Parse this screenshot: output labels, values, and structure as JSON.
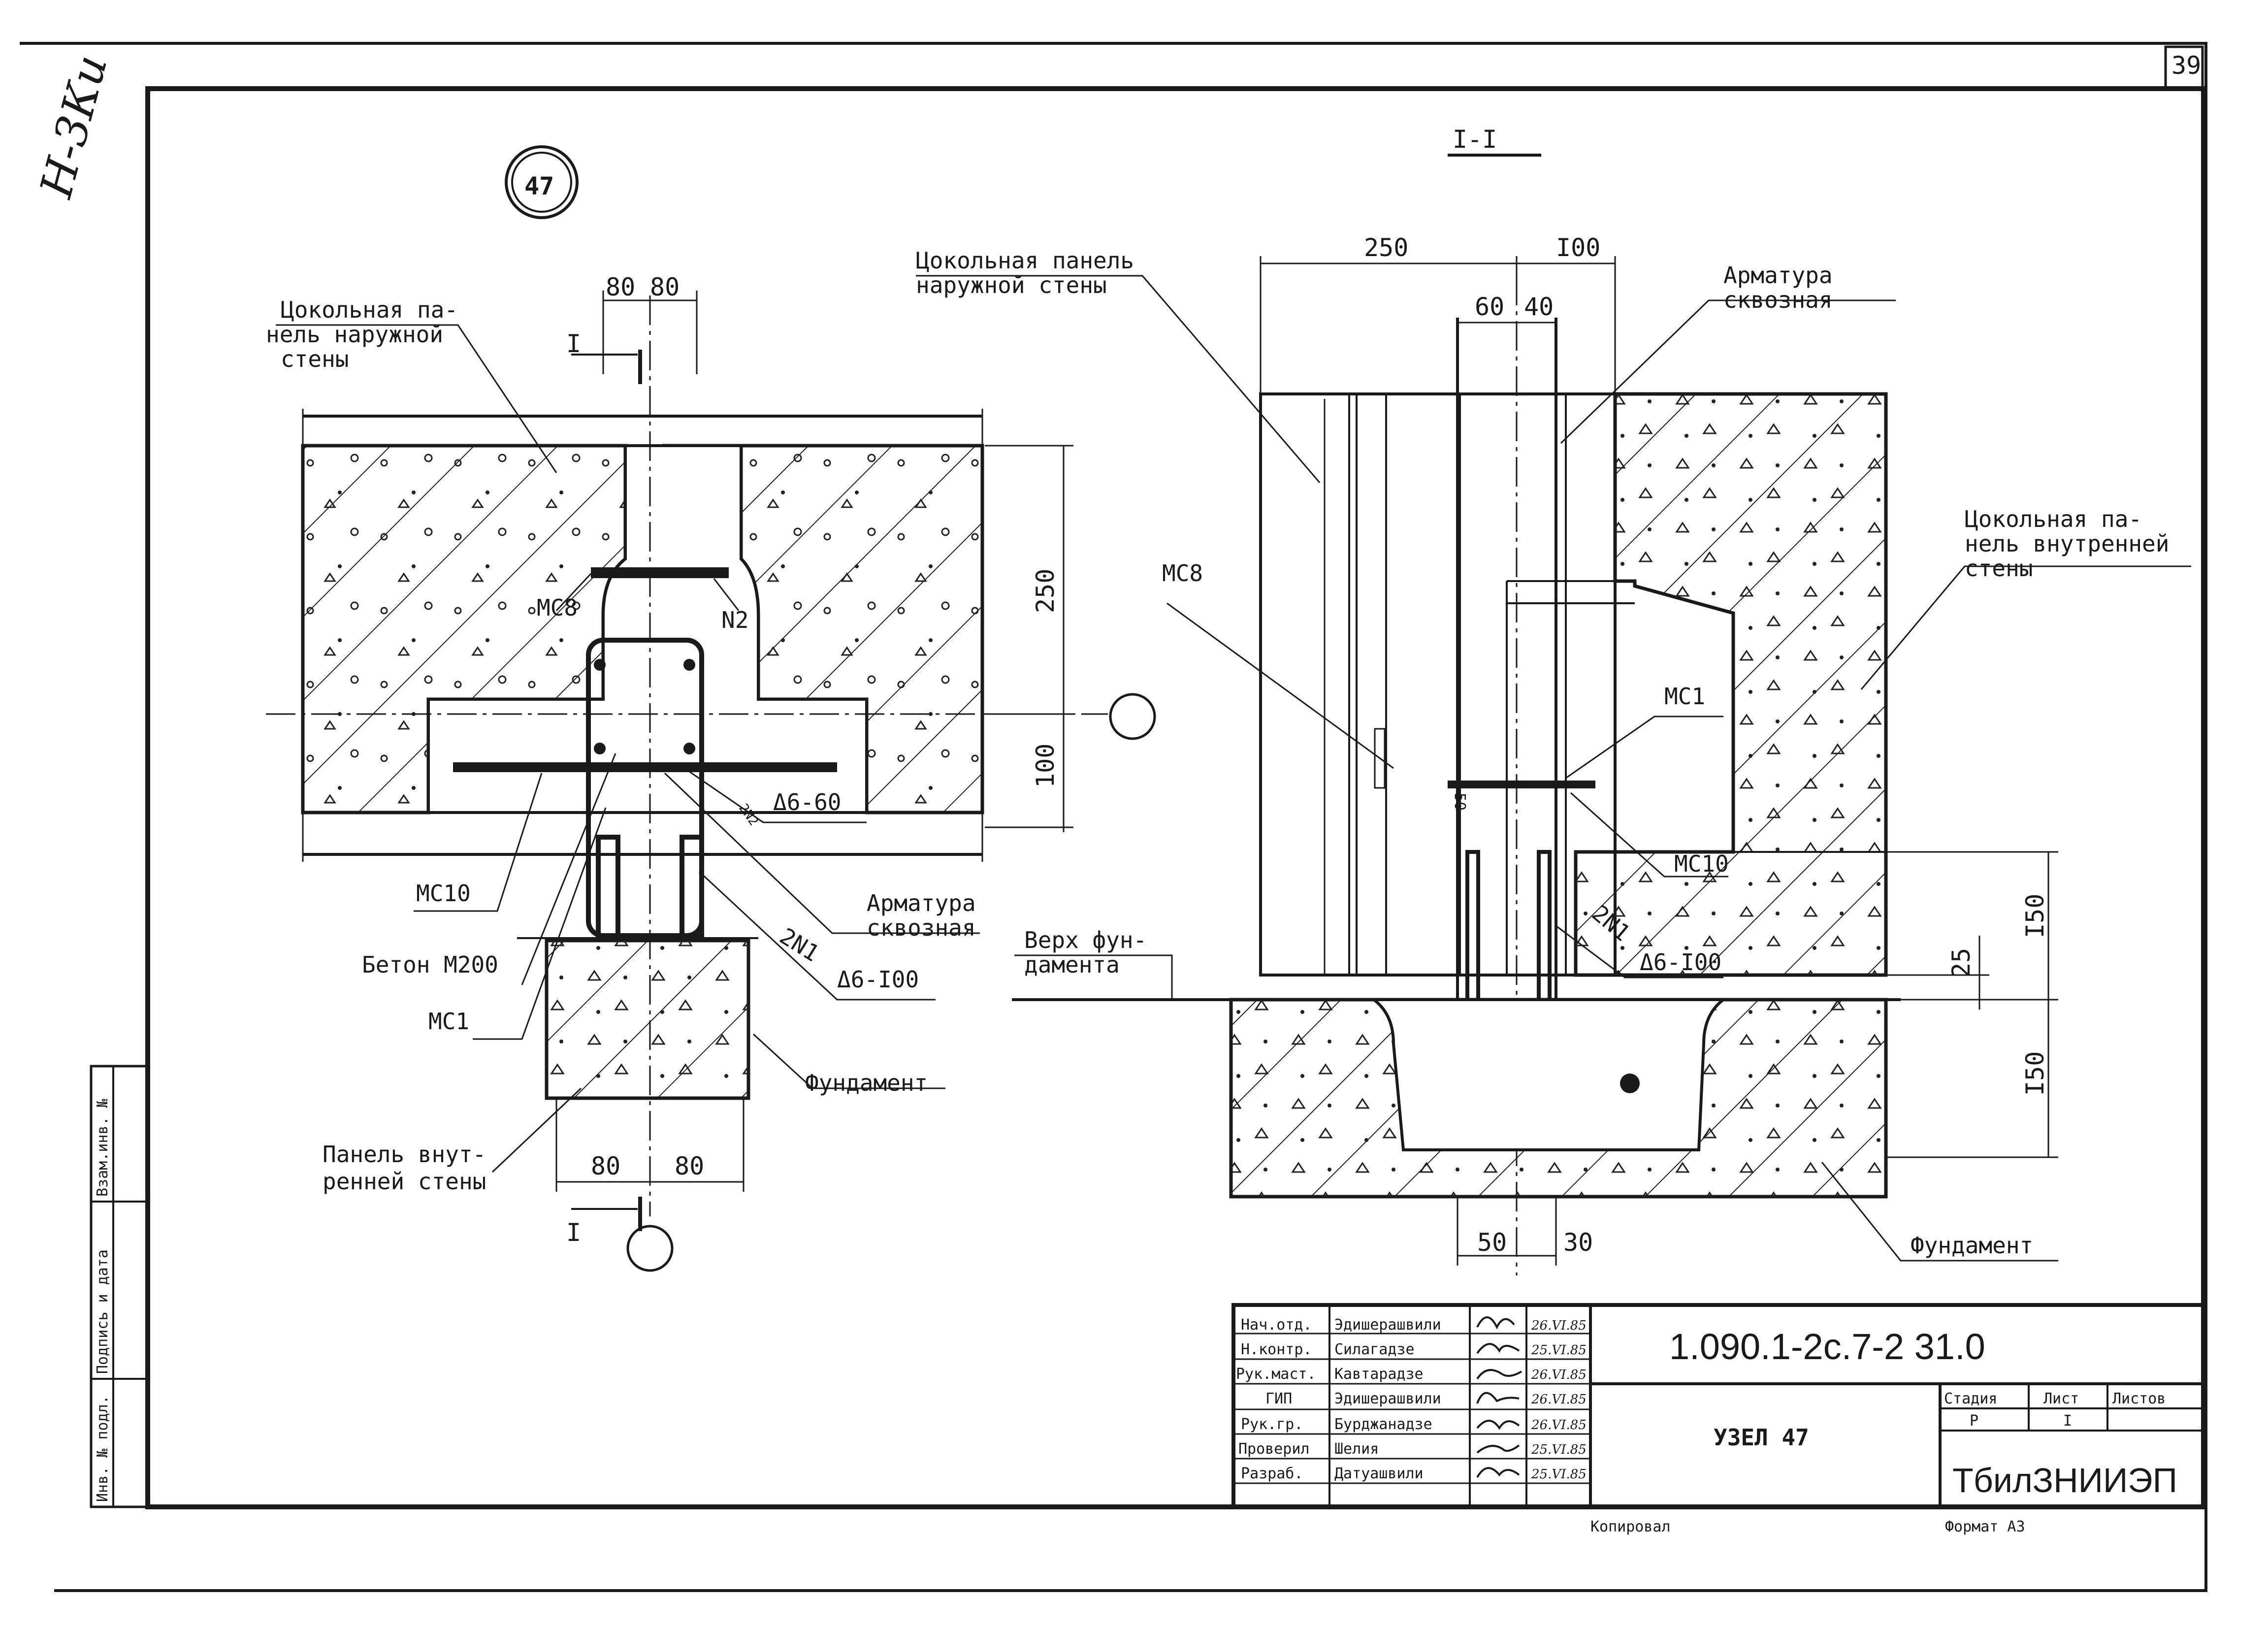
{
  "sheet": {
    "page_number": "39",
    "format": "Формат А3",
    "copied": "Копировал",
    "handwritten_mark": "Н-3Ки"
  },
  "left_view": {
    "node_number": "47",
    "dims": {
      "d80a": "80",
      "d80b": "80",
      "d250": "250",
      "d100": "100",
      "b80a": "80",
      "b80b": "80"
    },
    "section_mark_top": "I",
    "section_mark_bottom": "I",
    "labels": {
      "outer_panel": [
        "Цокольная па-",
        "нель наружной",
        "стены"
      ],
      "mc8": "МС8",
      "n2": "N2",
      "weld_a": "Δ6-60",
      "weld_a_ref": "2N2",
      "mc10": "МС10",
      "beton": "Бетон М200",
      "mc1": "МС1",
      "rebar": [
        "Арматура",
        "сквозная"
      ],
      "weld_b_ref": "2N1",
      "weld_b": "Δ6-I00",
      "foundation": "Фундамент",
      "inner_panel": [
        "Панель внут-",
        "ренней стены"
      ]
    }
  },
  "right_view": {
    "section_title": "I-I",
    "dims": {
      "d250": "250",
      "d100": "I00",
      "d60": "60",
      "d40": "40",
      "d50": "50",
      "d30": "30",
      "v150a": "I50",
      "v150b": "I50",
      "v25": "25",
      "v50": "50"
    },
    "labels": {
      "outer_panel": [
        "Цокольная панель",
        "наружной стены"
      ],
      "rebar": [
        "Арматура",
        "сквозная"
      ],
      "mc8": "МС8",
      "mc1": "МС1",
      "inner_panel": [
        "Цокольная па-",
        "нель внутренней",
        "стены"
      ],
      "mc10": "МС10",
      "weld_ref": "2N1",
      "weld": "Δ6-I00",
      "foundation_top": [
        "Верх фун-",
        "дамента"
      ],
      "foundation": "Фундамент"
    }
  },
  "side_stamp": [
    "Инв. № подл.",
    "Подпись и дата",
    "Взам.инв. №"
  ],
  "title_block": {
    "code": "1.090.1-2с.7-2 31.0",
    "drawing_name": "УЗЕЛ 47",
    "organization": "ТбилЗНИИЭП",
    "headers": {
      "stage": "Стадия",
      "sheet": "Лист",
      "sheets": "Листов"
    },
    "values": {
      "stage": "Р",
      "sheet": "I"
    },
    "rows": [
      {
        "role": "Нач.отд.",
        "name": "Эдишерашвили",
        "date": "26.VI.85"
      },
      {
        "role": "Н.контр.",
        "name": "Силагадзе",
        "date": "25.VI.85"
      },
      {
        "role": "Рук.маст.",
        "name": "Кавтарадзе",
        "date": "26.VI.85"
      },
      {
        "role": "ГИП",
        "name": "Эдишерашвили",
        "date": "26.VI.85"
      },
      {
        "role": "Рук.гр.",
        "name": "Бурджанадзе",
        "date": "26.VI.85"
      },
      {
        "role": "Проверил",
        "name": "Шелия",
        "date": "25.VI.85"
      },
      {
        "role": "Разраб.",
        "name": "Датуашвили",
        "date": "25.VI.85"
      }
    ]
  }
}
